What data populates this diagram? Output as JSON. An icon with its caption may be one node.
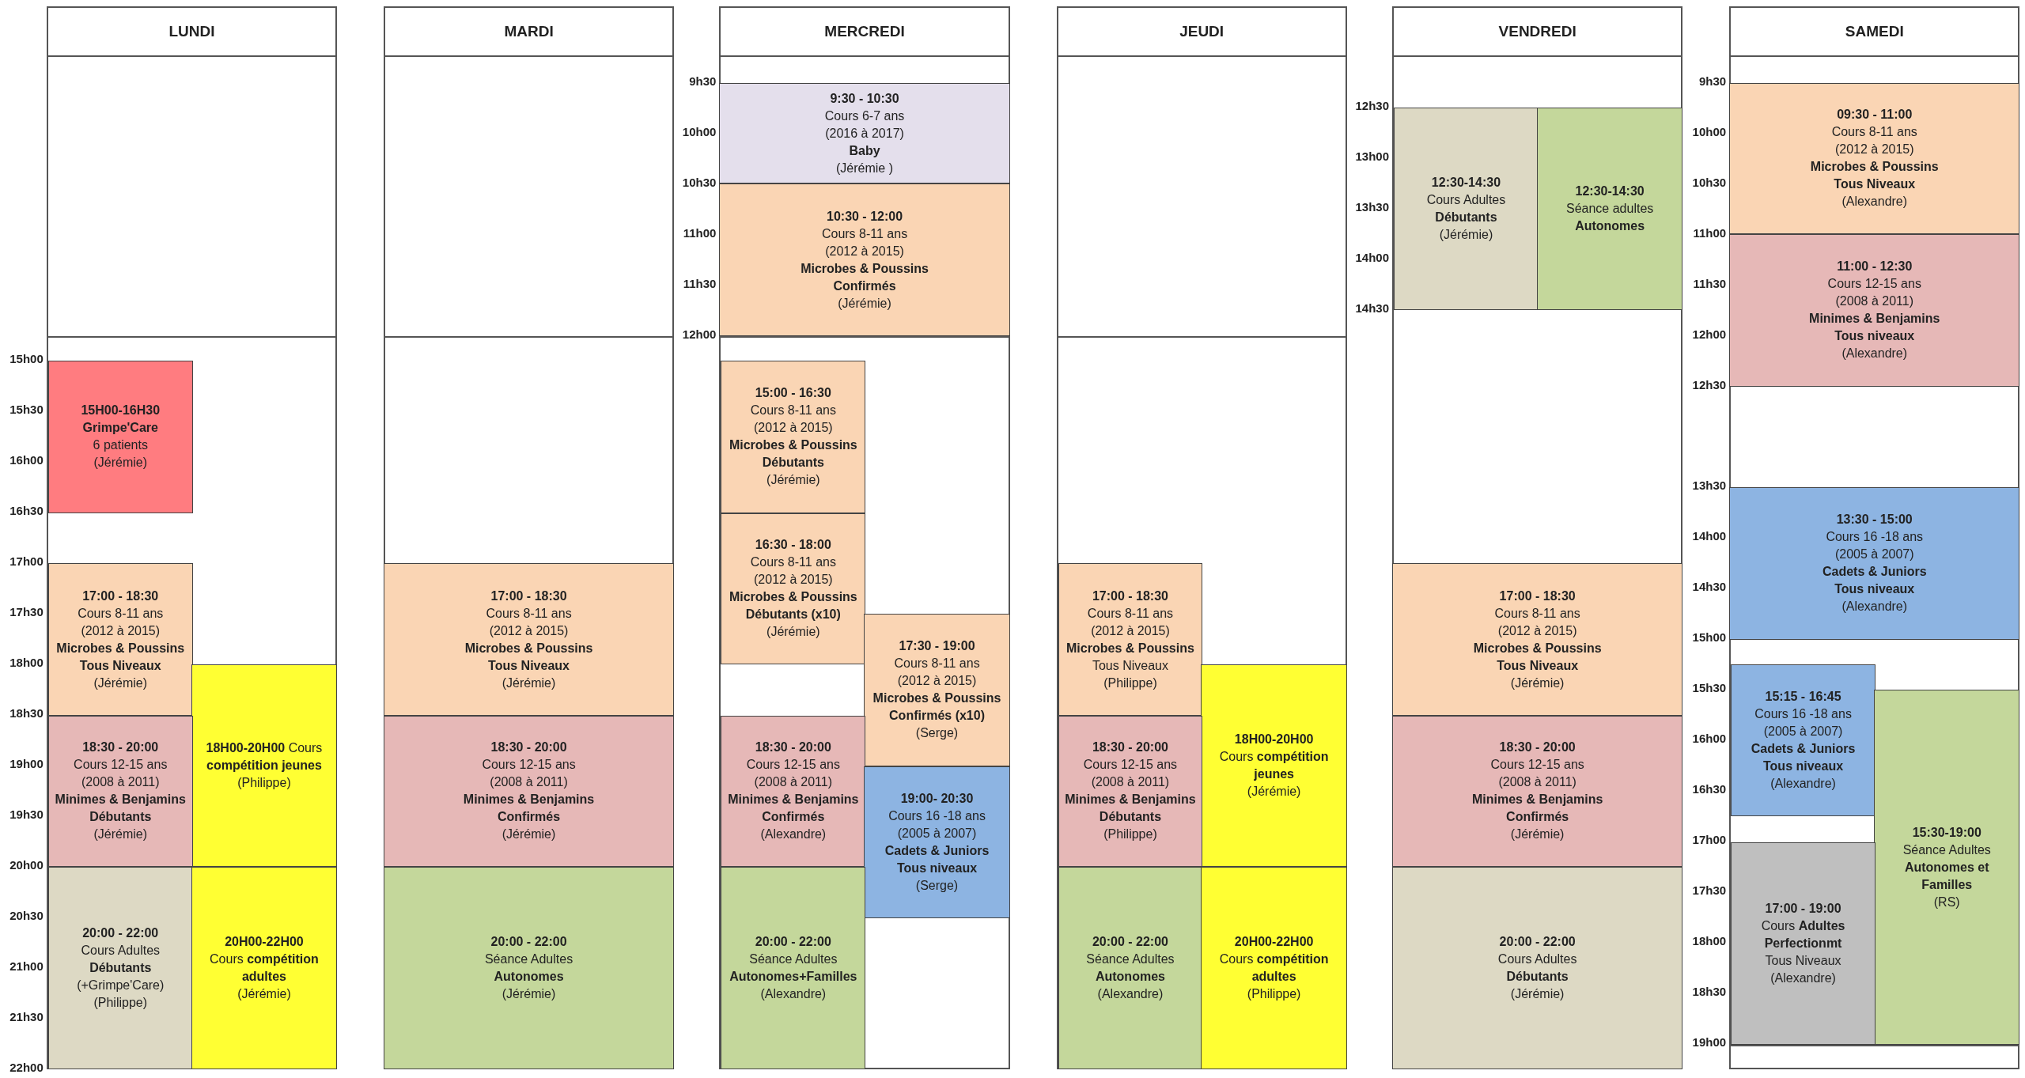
{
  "diagram": {
    "nodes": [
      {
        "text": [
          "LUNDI"
        ]
      },
      {
        "text": [
          "15H00-16H30",
          "Grimpe'Care",
          "6 patients",
          "(Jérémie)"
        ],
        "in": 0
      },
      {
        "text": [
          "17:00 - 18:30",
          "Cours 8-11 ans",
          "(2012 à 2015)",
          "Microbes & Poussins",
          "Tous Niveaux",
          "(Jérémie)"
        ],
        "in": 0
      },
      {
        "text": [
          "**18H00-20H00** Cours **compétition jeunes**",
          "(Philippe)"
        ],
        "in": 0
      },
      {
        "text": [
          "18:30 - 20:00",
          "Cours 12-15 ans",
          "(2008 à 2011)",
          "Minimes & Benjamins",
          "Débutants",
          "(Jérémie)"
        ],
        "in": 0
      },
      {
        "text": [
          "20:00 - 22:00",
          "Cours Adultes",
          "Débutants",
          "(+Grimpe'Care)",
          "(Philippe)"
        ],
        "in": 0
      },
      {
        "text": [
          "20H00-22H00",
          "Cours **compétition adultes**",
          "(Jérémie)"
        ],
        "in": 0
      },
      {
        "text": [
          "MARDI"
        ]
      },
      {
        "text": [
          "17:00 - 18:30",
          "Cours 8-11 ans",
          "(2012 à 2015)",
          "Microbes & Poussins",
          "Tous Niveaux",
          "(Jérémie)"
        ],
        "in": 7
      },
      {
        "text": [
          "18:30 - 20:00",
          "Cours 12-15 ans",
          "(2008 à 2011)",
          "Minimes & Benjamins",
          "Confirmés",
          "(Jérémie)"
        ],
        "in": 7
      },
      {
        "text": [
          "20:00 - 22:00",
          "Séance Adultes",
          "Autonomes",
          "(Jérémie)"
        ],
        "in": 7
      },
      {
        "text": [
          "MERCREDI"
        ]
      },
      {
        "text": [
          "9:30 - 10:30",
          "Cours 6-7 ans",
          "(2016 à 2017)",
          "Baby",
          "(Jérémie )"
        ],
        "in": 11
      },
      {
        "text": [
          "10:30 - 12:00",
          "Cours 8-11 ans",
          "(2012 à 2015)",
          "Microbes & Poussins",
          "Confirmés",
          "(Jérémie)"
        ],
        "in": 11
      },
      {
        "text": [
          "15:00 - 16:30",
          "Cours 8-11 ans",
          "(2012 à 2015)",
          "Microbes & Poussins",
          "Débutants",
          "(Jérémie)"
        ],
        "in": 11
      },
      {
        "text": [
          "16:30 - 18:00",
          "Cours 8-11 ans",
          "(2012 à 2015)",
          "Microbes & Poussins",
          "Débutants (x10)",
          "(Jérémie)"
        ],
        "in": 11
      },
      {
        "text": [
          "17:30 - 19:00",
          "Cours 8-11 ans",
          "(2012 à 2015)",
          "Microbes & Poussins",
          "Confirmés (x10)",
          "(Serge)"
        ],
        "in": 11
      },
      {
        "text": [
          "18:30 - 20:00",
          "Cours 12-15 ans",
          "(2008 à 2011)",
          "Minimes & Benjamins",
          "Confirmés",
          "(Alexandre)"
        ],
        "in": 11
      },
      {
        "text": [
          "19:00- 20:30",
          "Cours 16 -18 ans",
          "(2005 à 2007)",
          "Cadets & Juniors",
          "Tous niveaux",
          "(Serge)"
        ],
        "in": 11
      },
      {
        "text": [
          "20:00 - 22:00",
          "Séance Adultes",
          "Autonomes+Familles",
          "(Alexandre)"
        ],
        "in": 11
      },
      {
        "text": [
          "JEUDI"
        ]
      },
      {
        "text": [
          "17:00 - 18:30",
          "Cours 8-11 ans",
          "(2012 à 2015)",
          "Microbes & Poussins",
          "Tous Niveaux",
          "(Philippe)"
        ],
        "in": 20
      },
      {
        "text": [
          "18H00-20H00",
          "Cours **compétition jeunes**",
          "(Jérémie)"
        ],
        "in": 20
      },
      {
        "text": [
          "18:30 - 20:00",
          "Cours 12-15 ans",
          "(2008 à 2011)",
          "Minimes & Benjamins",
          "Débutants",
          "(Philippe)"
        ],
        "in": 20
      },
      {
        "text": [
          "20:00 - 22:00",
          "Séance Adultes",
          "Autonomes",
          "(Alexandre)"
        ],
        "in": 20
      },
      {
        "text": [
          "20H00-22H00",
          "Cours **compétition adultes**",
          "(Philippe)"
        ],
        "in": 20
      },
      {
        "text": [
          "VENDREDI"
        ]
      },
      {
        "text": [
          "12:30-14:30",
          "Cours Adultes",
          "Débutants",
          "(Jérémie)"
        ],
        "in": 26
      },
      {
        "text": [
          "12:30-14:30",
          "Séance adultes",
          "Autonomes"
        ],
        "in": 26
      },
      {
        "text": [
          "17:00 - 18:30",
          "Cours 8-11 ans",
          "(2012 à 2015)",
          "Microbes & Poussins",
          "Tous Niveaux",
          "(Jérémie)"
        ],
        "in": 26
      },
      {
        "text": [
          "18:30 - 20:00",
          "Cours 12-15 ans",
          "(2008 à 2011)",
          "Minimes & Benjamins",
          "Confirmés",
          "(Jérémie)"
        ],
        "in": 26
      },
      {
        "text": [
          "20:00 - 22:00",
          "Cours Adultes",
          "Débutants",
          "(Jérémie)"
        ],
        "in": 26
      },
      {
        "text": [
          "SAMEDI"
        ]
      },
      {
        "text": [
          "09:30 - 11:00",
          "Cours 8-11 ans",
          "(2012 à 2015)",
          "Microbes & Poussins",
          "Tous Niveaux",
          "(Alexandre)"
        ],
        "in": 32
      },
      {
        "text": [
          "11:00 - 12:30",
          "Cours 12-15 ans",
          "(2008 à 2011)",
          "Minimes & Benjamins",
          "Tous niveaux",
          "(Alexandre)"
        ],
        "in": 32
      },
      {
        "text": [
          "13:30 - 15:00",
          "Cours 16 -18 ans",
          "(2005 à 2007)",
          "Cadets & Juniors",
          "Tous niveaux",
          "(Alexandre)"
        ],
        "in": 32
      },
      {
        "text": [
          "15:15 - 16:45",
          "Cours 16 -18 ans",
          "(2005 à 2007)",
          "Cadets & Juniors",
          "Tous niveaux",
          "(Alexandre)"
        ],
        "in": 32
      },
      {
        "text": [
          "15:30-19:00",
          "Séance Adultes",
          "Autonomes et Familles",
          "(RS)"
        ],
        "in": 32
      },
      {
        "text": [
          "17:00 - 19:00",
          "Cours **Adultes**",
          "Perfectionmt",
          "Tous Niveaux",
          "(Alexandre)"
        ],
        "in": 32
      }
    ],
    "labels": [
      "15h00",
      "15h30",
      "16h00",
      "16h30",
      "17h00",
      "17h30",
      "18h00",
      "18h30",
      "19h00",
      "19h30",
      "20h00",
      "20h30",
      "21h00",
      "21h30",
      "22h00",
      "9h30",
      "10h00",
      "10h30",
      "11h00",
      "11h30",
      "12h00",
      "12h30",
      "13h00",
      "13h30",
      "14h00",
      "14h30",
      "9h30",
      "10h00",
      "10h30",
      "11h00",
      "11h30",
      "12h00",
      "12h30",
      "13h30",
      "14h00",
      "14h30",
      "15h00",
      "15h30",
      "16h00",
      "16h30",
      "17h00",
      "17h30",
      "18h00",
      "18h30",
      "19h00"
    ]
  }
}
